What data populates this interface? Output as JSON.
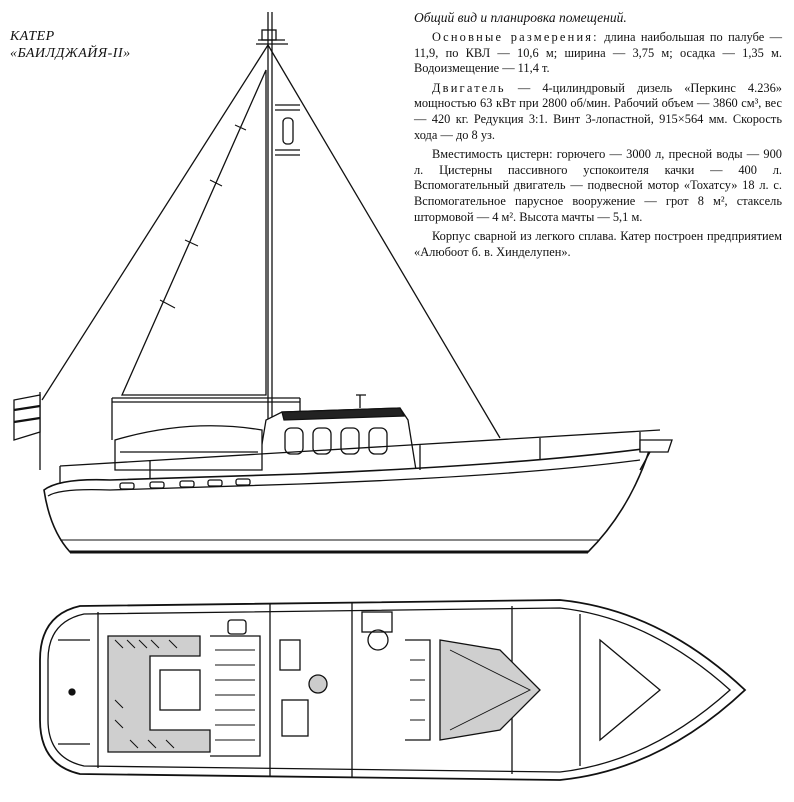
{
  "title": {
    "line1": "КАТЕР",
    "line2": "«БАИЛДЖАЙЯ-II»"
  },
  "caption": "Общий вид и планировка помещений.",
  "paragraphs": [
    {
      "lead": "Основные размерения:",
      "text": " длина наибольшая по палубе — 11,9, по КВЛ — 10,6 м; ширина — 3,75 м; осадка — 1,35 м. Водоизмещение — 11,4 т."
    },
    {
      "lead": "Двигатель",
      "text": " — 4-цилиндровый дизель «Перкинс 4.236» мощностью 63 кВт при 2800 об/мин. Рабочий объем — 3860 см³, вес — 420 кг. Редукция 3:1. Винт 3-лопастной, 915×564 мм. Скорость хода — до 8 уз."
    },
    {
      "lead": "",
      "text": "Вместимость цистерн: горючего — 3000 л, пресной воды — 900 л. Цистерны пассивного успокоителя качки — 400 л. Вспомогательный двигатель — подвесной мотор «Тохатсу» 18 л. с. Вспомогательное парусное вооружение — грот 8 м², стаксель штормовой — 4 м². Высота мачты — 5,1 м."
    },
    {
      "lead": "",
      "text": "Корпус сварной из легкого сплава. Катер построен предприятием «Алюбоот б. в. Хинделупен»."
    }
  ]
}
